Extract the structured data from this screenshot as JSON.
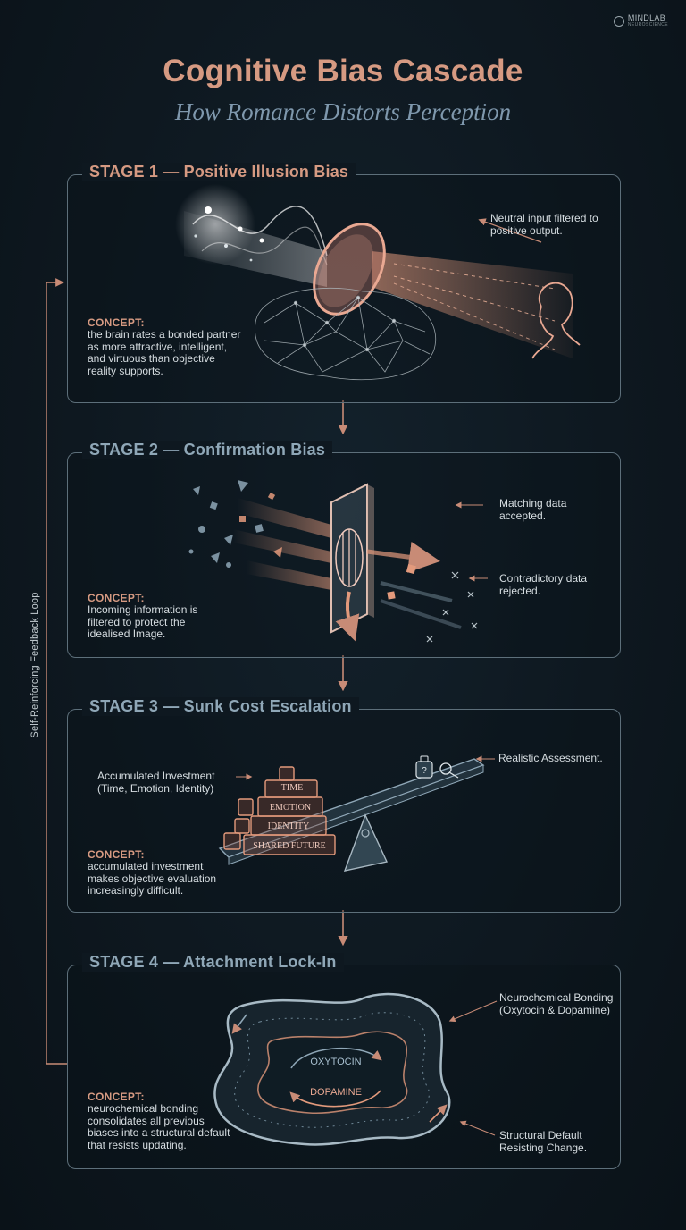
{
  "brand": {
    "name": "MINDLAB",
    "sub": "NEUROSCIENCE"
  },
  "header": {
    "title": "Cognitive Bias Cascade",
    "subtitle": "How Romance Distorts Perception"
  },
  "loop_label": "Self-Reinforcing Feedback Loop",
  "stages": [
    {
      "heading": "STAGE 1 — Positive Illusion Bias",
      "concept_label": "CONCEPT:",
      "concept_text": "the brain rates a bonded partner as more attractive, intelligent, and virtuous than objective reality supports.",
      "annotations": [
        "Neutral input filtered to positive output."
      ]
    },
    {
      "heading": "STAGE 2 — Confirmation Bias",
      "concept_label": "CONCEPT:",
      "concept_text": "Incoming information is filtered to protect the idealised Image.",
      "annotations": [
        "Matching data accepted.",
        "Contradictory data rejected."
      ]
    },
    {
      "heading": "STAGE 3 — Sunk Cost Escalation",
      "concept_label": "CONCEPT:",
      "concept_text": "accumulated investment makes objective evaluation increasingly difficult.",
      "annotations": [
        "Accumulated Investment (Time, Emotion, Identity)",
        "Realistic Assessment."
      ],
      "blocks": [
        "TIME",
        "EMOTION",
        "IDENTITY",
        "SHARED FUTURE"
      ],
      "weight_mark": "?"
    },
    {
      "heading": "STAGE 4 — Attachment Lock-In",
      "concept_label": "CONCEPT:",
      "concept_text": "neurochemical bonding consolidates all previous biases into a structural default that resists updating.",
      "annotations": [
        "Neurochemical Bonding (Oxytocin & Dopamine)",
        "Structural Default Resisting Change."
      ],
      "loop_labels": [
        "OXYTOCIN",
        "DOPAMINE"
      ]
    }
  ],
  "colors": {
    "accent_warm": "#d69a82",
    "accent_cool": "#8fa7b7",
    "line": "#5d6f7a",
    "background": "#0e1820"
  }
}
